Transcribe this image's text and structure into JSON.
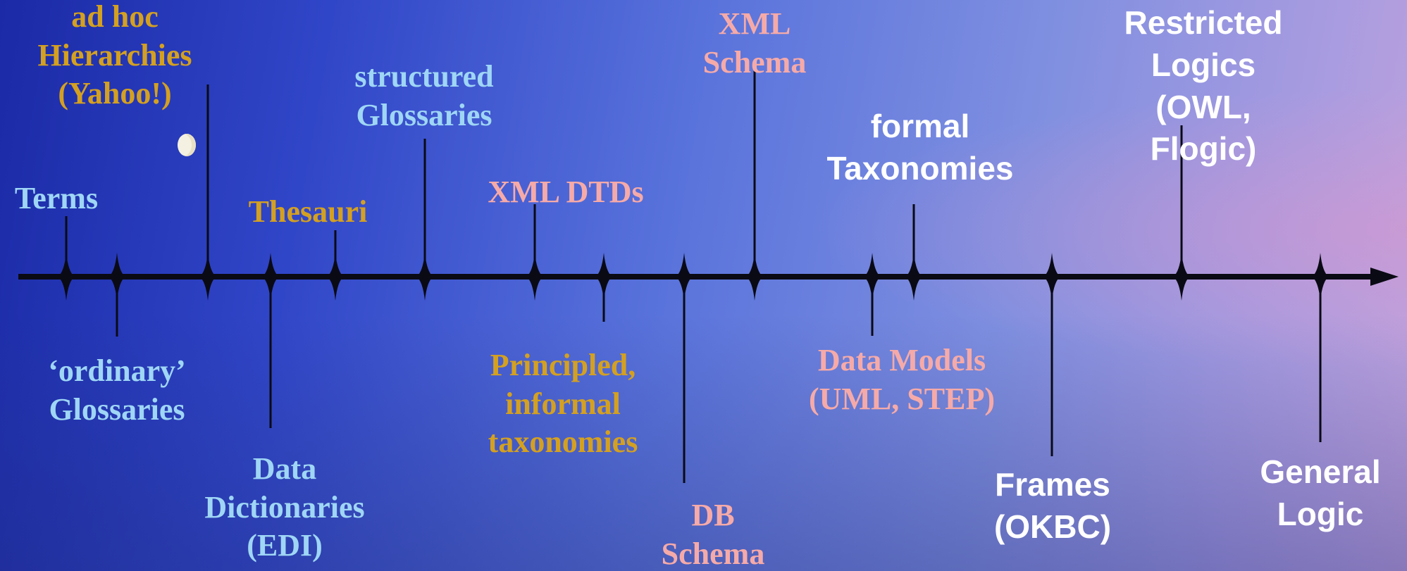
{
  "colors": {
    "light_blue": "#9fd6f5",
    "gold": "#d4a020",
    "pink": "#f6aaa8",
    "white": "#ffffff",
    "axis": "#0a0a14"
  },
  "items": [
    {
      "key": "terms",
      "text": "Terms",
      "color": "light_blue",
      "font": "serif"
    },
    {
      "key": "ordinary_glossaries",
      "text": "‘ordinary’\nGlossaries",
      "color": "light_blue",
      "font": "serif"
    },
    {
      "key": "ad_hoc_hierarchies",
      "text": "ad hoc\nHierarchies\n(Yahoo!)",
      "color": "gold",
      "font": "serif"
    },
    {
      "key": "data_dictionaries",
      "text": "Data\nDictionaries\n(EDI)",
      "color": "light_blue",
      "font": "serif"
    },
    {
      "key": "thesauri",
      "text": "Thesauri",
      "color": "gold",
      "font": "serif"
    },
    {
      "key": "structured_glossaries",
      "text": "structured\nGlossaries",
      "color": "light_blue",
      "font": "serif"
    },
    {
      "key": "xml_dtds",
      "text": "XML DTDs",
      "color": "pink",
      "font": "serif"
    },
    {
      "key": "principled_taxonomies",
      "text": "Principled,\ninformal\ntaxonomies",
      "color": "gold",
      "font": "serif"
    },
    {
      "key": "db_schema",
      "text": "DB\nSchema",
      "color": "pink",
      "font": "serif"
    },
    {
      "key": "xml_schema",
      "text": "XML\nSchema",
      "color": "pink",
      "font": "serif"
    },
    {
      "key": "data_models",
      "text": "Data Models\n(UML, STEP)",
      "color": "pink",
      "font": "serif"
    },
    {
      "key": "formal_taxonomies",
      "text": "formal\nTaxonomies",
      "color": "white",
      "font": "sans"
    },
    {
      "key": "frames",
      "text": "Frames\n(OKBC)",
      "color": "white",
      "font": "sans"
    },
    {
      "key": "restricted_logics",
      "text": "Restricted\nLogics\n(OWL, Flogic)",
      "color": "white",
      "font": "sans"
    },
    {
      "key": "general_logic",
      "text": "General\nLogic",
      "color": "white",
      "font": "sans"
    }
  ]
}
